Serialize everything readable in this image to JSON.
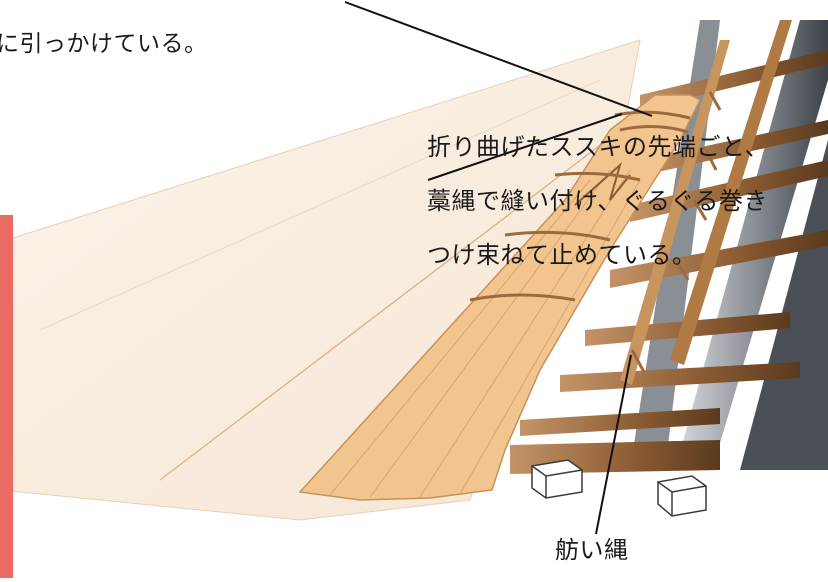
{
  "labels": {
    "top": "に引っかけている。",
    "middle": [
      "折り曲げたススキの先端ごと、",
      "藁縄で縫い付け、ぐるぐる巻き",
      "つけ束ねて止めている。"
    ],
    "bottom": "舫い縄"
  },
  "colors": {
    "thatch": "#f4c998",
    "thatch_edge": "#d9a26e",
    "rope": "#b7864f",
    "wood": "#a06a3e",
    "board": "#f9eee2",
    "beam": "#5b6068",
    "accent": "#ea6a64"
  }
}
